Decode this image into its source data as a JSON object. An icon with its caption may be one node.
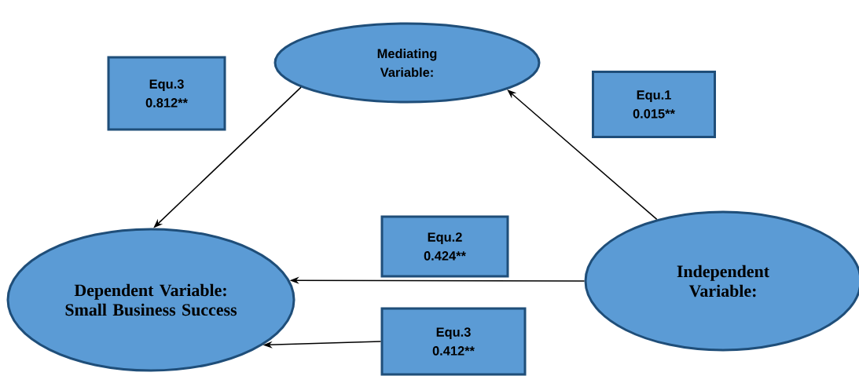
{
  "diagram": {
    "nodes": [
      {
        "text": [
          "Mediating Variable:"
        ]
      },
      {
        "text": [
          "Equ.3",
          "0.812**"
        ]
      },
      {
        "text": [
          "Equ.1",
          "0.015**"
        ]
      },
      {
        "text": [
          "Dependent Variable: Small Business Success"
        ]
      },
      {
        "text": [
          "Equ.2",
          "0.424**"
        ]
      },
      {
        "text": [
          "Independent Variable:"
        ]
      },
      {
        "text": [
          "Equ.3",
          "0.412**"
        ]
      }
    ],
    "edges": [
      {
        "from": 0,
        "to": 3,
        "arrow": "to"
      },
      {
        "from": 5,
        "to": 0,
        "arrow": "to"
      },
      {
        "from": 5,
        "to": 3,
        "arrow": "to"
      },
      {
        "from": 6,
        "to": 3,
        "arrow": "to"
      }
    ]
  }
}
